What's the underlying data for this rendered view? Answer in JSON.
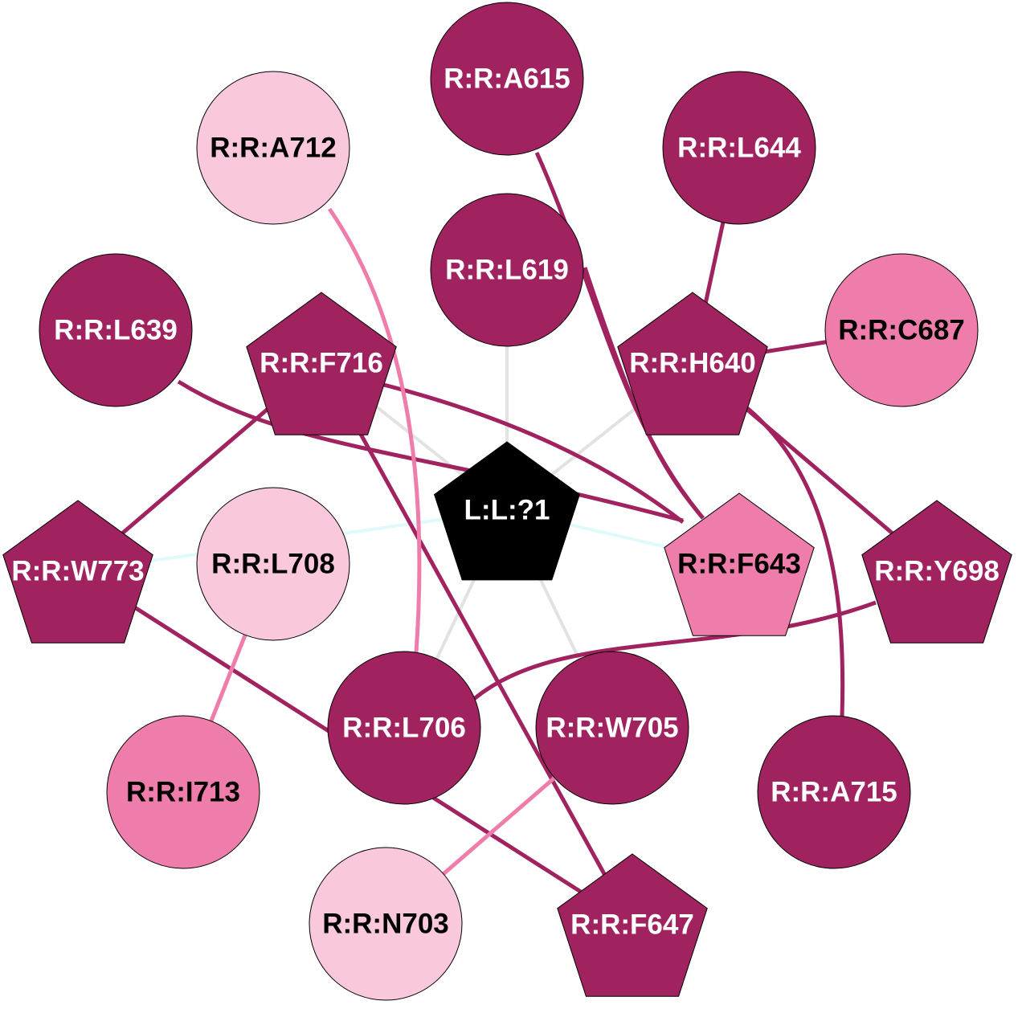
{
  "colors": {
    "dark": "#a0225f",
    "medium": "#ef7dab",
    "light": "#f9c8dc",
    "ligand": "#000000",
    "ligand_edge_gray": "#e2e2e2",
    "ligand_edge_cyan": "#e0fafa"
  },
  "nodes": [
    {
      "id": "A615",
      "label": "R:R:A615",
      "shape": "circle",
      "shade": "dark"
    },
    {
      "id": "A712",
      "label": "R:R:A712",
      "shape": "circle",
      "shade": "light"
    },
    {
      "id": "L644",
      "label": "R:R:L644",
      "shape": "circle",
      "shade": "dark"
    },
    {
      "id": "L619",
      "label": "R:R:L619",
      "shape": "circle",
      "shade": "dark"
    },
    {
      "id": "L639",
      "label": "R:R:L639",
      "shape": "circle",
      "shade": "dark"
    },
    {
      "id": "F716",
      "label": "R:R:F716",
      "shape": "pentagon",
      "shade": "dark"
    },
    {
      "id": "H640",
      "label": "R:R:H640",
      "shape": "pentagon",
      "shade": "dark"
    },
    {
      "id": "C687",
      "label": "R:R:C687",
      "shape": "circle",
      "shade": "medium"
    },
    {
      "id": "LIG",
      "label": "L:L:?1",
      "shape": "pentagon",
      "shade": "ligand"
    },
    {
      "id": "W773",
      "label": "R:R:W773",
      "shape": "pentagon",
      "shade": "dark"
    },
    {
      "id": "L708",
      "label": "R:R:L708",
      "shape": "circle",
      "shade": "light"
    },
    {
      "id": "F643",
      "label": "R:R:F643",
      "shape": "pentagon",
      "shade": "medium"
    },
    {
      "id": "Y698",
      "label": "R:R:Y698",
      "shape": "pentagon",
      "shade": "dark"
    },
    {
      "id": "L706",
      "label": "R:R:L706",
      "shape": "circle",
      "shade": "dark"
    },
    {
      "id": "W705",
      "label": "R:R:W705",
      "shape": "circle",
      "shade": "dark"
    },
    {
      "id": "I713",
      "label": "R:R:I713",
      "shape": "circle",
      "shade": "medium"
    },
    {
      "id": "A715",
      "label": "R:R:A715",
      "shape": "circle",
      "shade": "dark"
    },
    {
      "id": "N703",
      "label": "R:R:N703",
      "shape": "circle",
      "shade": "light"
    },
    {
      "id": "F647",
      "label": "R:R:F647",
      "shape": "pentagon",
      "shade": "dark"
    }
  ],
  "edges": [
    {
      "from": "LIG",
      "to": "L619",
      "shade": "ligand_edge_gray"
    },
    {
      "from": "LIG",
      "to": "F716",
      "shade": "ligand_edge_gray"
    },
    {
      "from": "LIG",
      "to": "H640",
      "shade": "ligand_edge_gray"
    },
    {
      "from": "LIG",
      "to": "L706",
      "shade": "ligand_edge_gray"
    },
    {
      "from": "LIG",
      "to": "W705",
      "shade": "ligand_edge_gray"
    },
    {
      "from": "LIG",
      "to": "W773",
      "shade": "ligand_edge_cyan"
    },
    {
      "from": "LIG",
      "to": "F643",
      "shade": "ligand_edge_cyan"
    },
    {
      "from": "A615",
      "to": "F643",
      "shade": "dark"
    },
    {
      "from": "L644",
      "to": "H640",
      "shade": "dark"
    },
    {
      "from": "H640",
      "to": "C687",
      "shade": "dark"
    },
    {
      "from": "H640",
      "to": "Y698",
      "shade": "dark"
    },
    {
      "from": "H640",
      "to": "A715",
      "shade": "dark"
    },
    {
      "from": "L619",
      "to": "F643",
      "shade": "dark"
    },
    {
      "from": "L639",
      "to": "F643",
      "shade": "dark"
    },
    {
      "from": "F716",
      "to": "F643",
      "shade": "dark"
    },
    {
      "from": "F716",
      "to": "W773",
      "shade": "dark"
    },
    {
      "from": "F716",
      "to": "F647",
      "shade": "dark"
    },
    {
      "from": "W773",
      "to": "F647",
      "shade": "dark"
    },
    {
      "from": "Y698",
      "to": "L706",
      "shade": "dark"
    },
    {
      "from": "A712",
      "to": "L706",
      "shade": "medium"
    },
    {
      "from": "L708",
      "to": "I713",
      "shade": "medium"
    },
    {
      "from": "W705",
      "to": "N703",
      "shade": "medium"
    }
  ]
}
